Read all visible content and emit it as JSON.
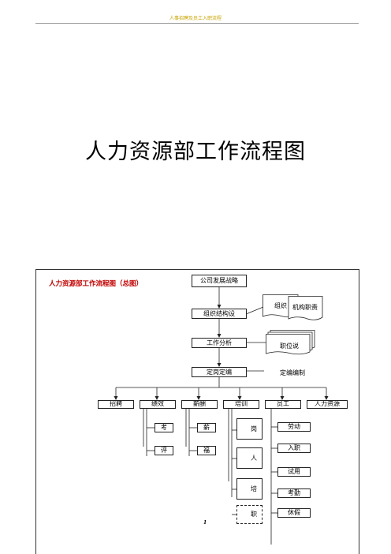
{
  "header": {
    "text": "人事招聘及员工入职流程"
  },
  "title": "人力资源部工作流程图",
  "flow": {
    "title": "人力资源部工作流程图（总图）",
    "top_boxes": {
      "strategy": "公司发展战略",
      "org_design": "组织结构设",
      "job_analysis": "工作分析",
      "staffing": "定岗定编"
    },
    "docs": {
      "org_doc_back": "组织",
      "org_doc_front": "机构职责",
      "job_doc": "职位说",
      "staff_doc": "定编编制"
    },
    "branches": [
      "招聘",
      "绩效",
      "薪酬",
      "培训",
      "员工",
      "人力资源"
    ],
    "sub_left": [
      "考",
      "评"
    ],
    "sub_mid": [
      "薪",
      "福"
    ],
    "sub_train": [
      "岗",
      "人",
      "培",
      "职"
    ],
    "sub_employee": [
      "劳动",
      "入职",
      "试用",
      "考勤",
      "休假"
    ]
  },
  "page_number": "1"
}
